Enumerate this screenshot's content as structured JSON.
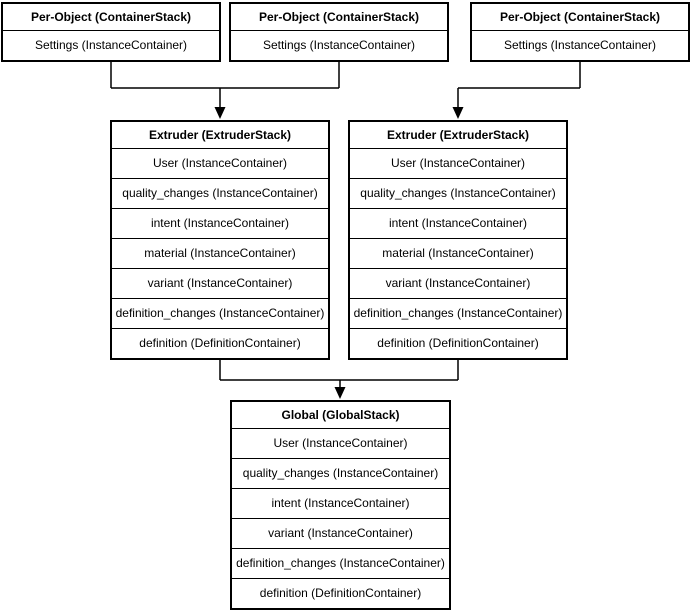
{
  "diagram": {
    "per_object_stacks": [
      {
        "title": "Per-Object (ContainerStack)",
        "rows": [
          "Settings (InstanceContainer)"
        ]
      },
      {
        "title": "Per-Object (ContainerStack)",
        "rows": [
          "Settings (InstanceContainer)"
        ]
      },
      {
        "title": "Per-Object (ContainerStack)",
        "rows": [
          "Settings (InstanceContainer)"
        ]
      }
    ],
    "extruder_stacks": [
      {
        "title": "Extruder (ExtruderStack)",
        "rows": [
          "User (InstanceContainer)",
          "quality_changes (InstanceContainer)",
          "intent (InstanceContainer)",
          "material (InstanceContainer)",
          "variant (InstanceContainer)",
          "definition_changes (InstanceContainer)",
          "definition (DefinitionContainer)"
        ]
      },
      {
        "title": "Extruder (ExtruderStack)",
        "rows": [
          "User (InstanceContainer)",
          "quality_changes (InstanceContainer)",
          "intent (InstanceContainer)",
          "material (InstanceContainer)",
          "variant (InstanceContainer)",
          "definition_changes (InstanceContainer)",
          "definition (DefinitionContainer)"
        ]
      }
    ],
    "global_stack": {
      "title": "Global (GlobalStack)",
      "rows": [
        "User (InstanceContainer)",
        "quality_changes (InstanceContainer)",
        "intent (InstanceContainer)",
        "variant (InstanceContainer)",
        "definition_changes (InstanceContainer)",
        "definition (DefinitionContainer)"
      ]
    }
  },
  "colors": {
    "border": "#000000",
    "background": "#ffffff",
    "text": "#000000",
    "connector": "#000000"
  }
}
